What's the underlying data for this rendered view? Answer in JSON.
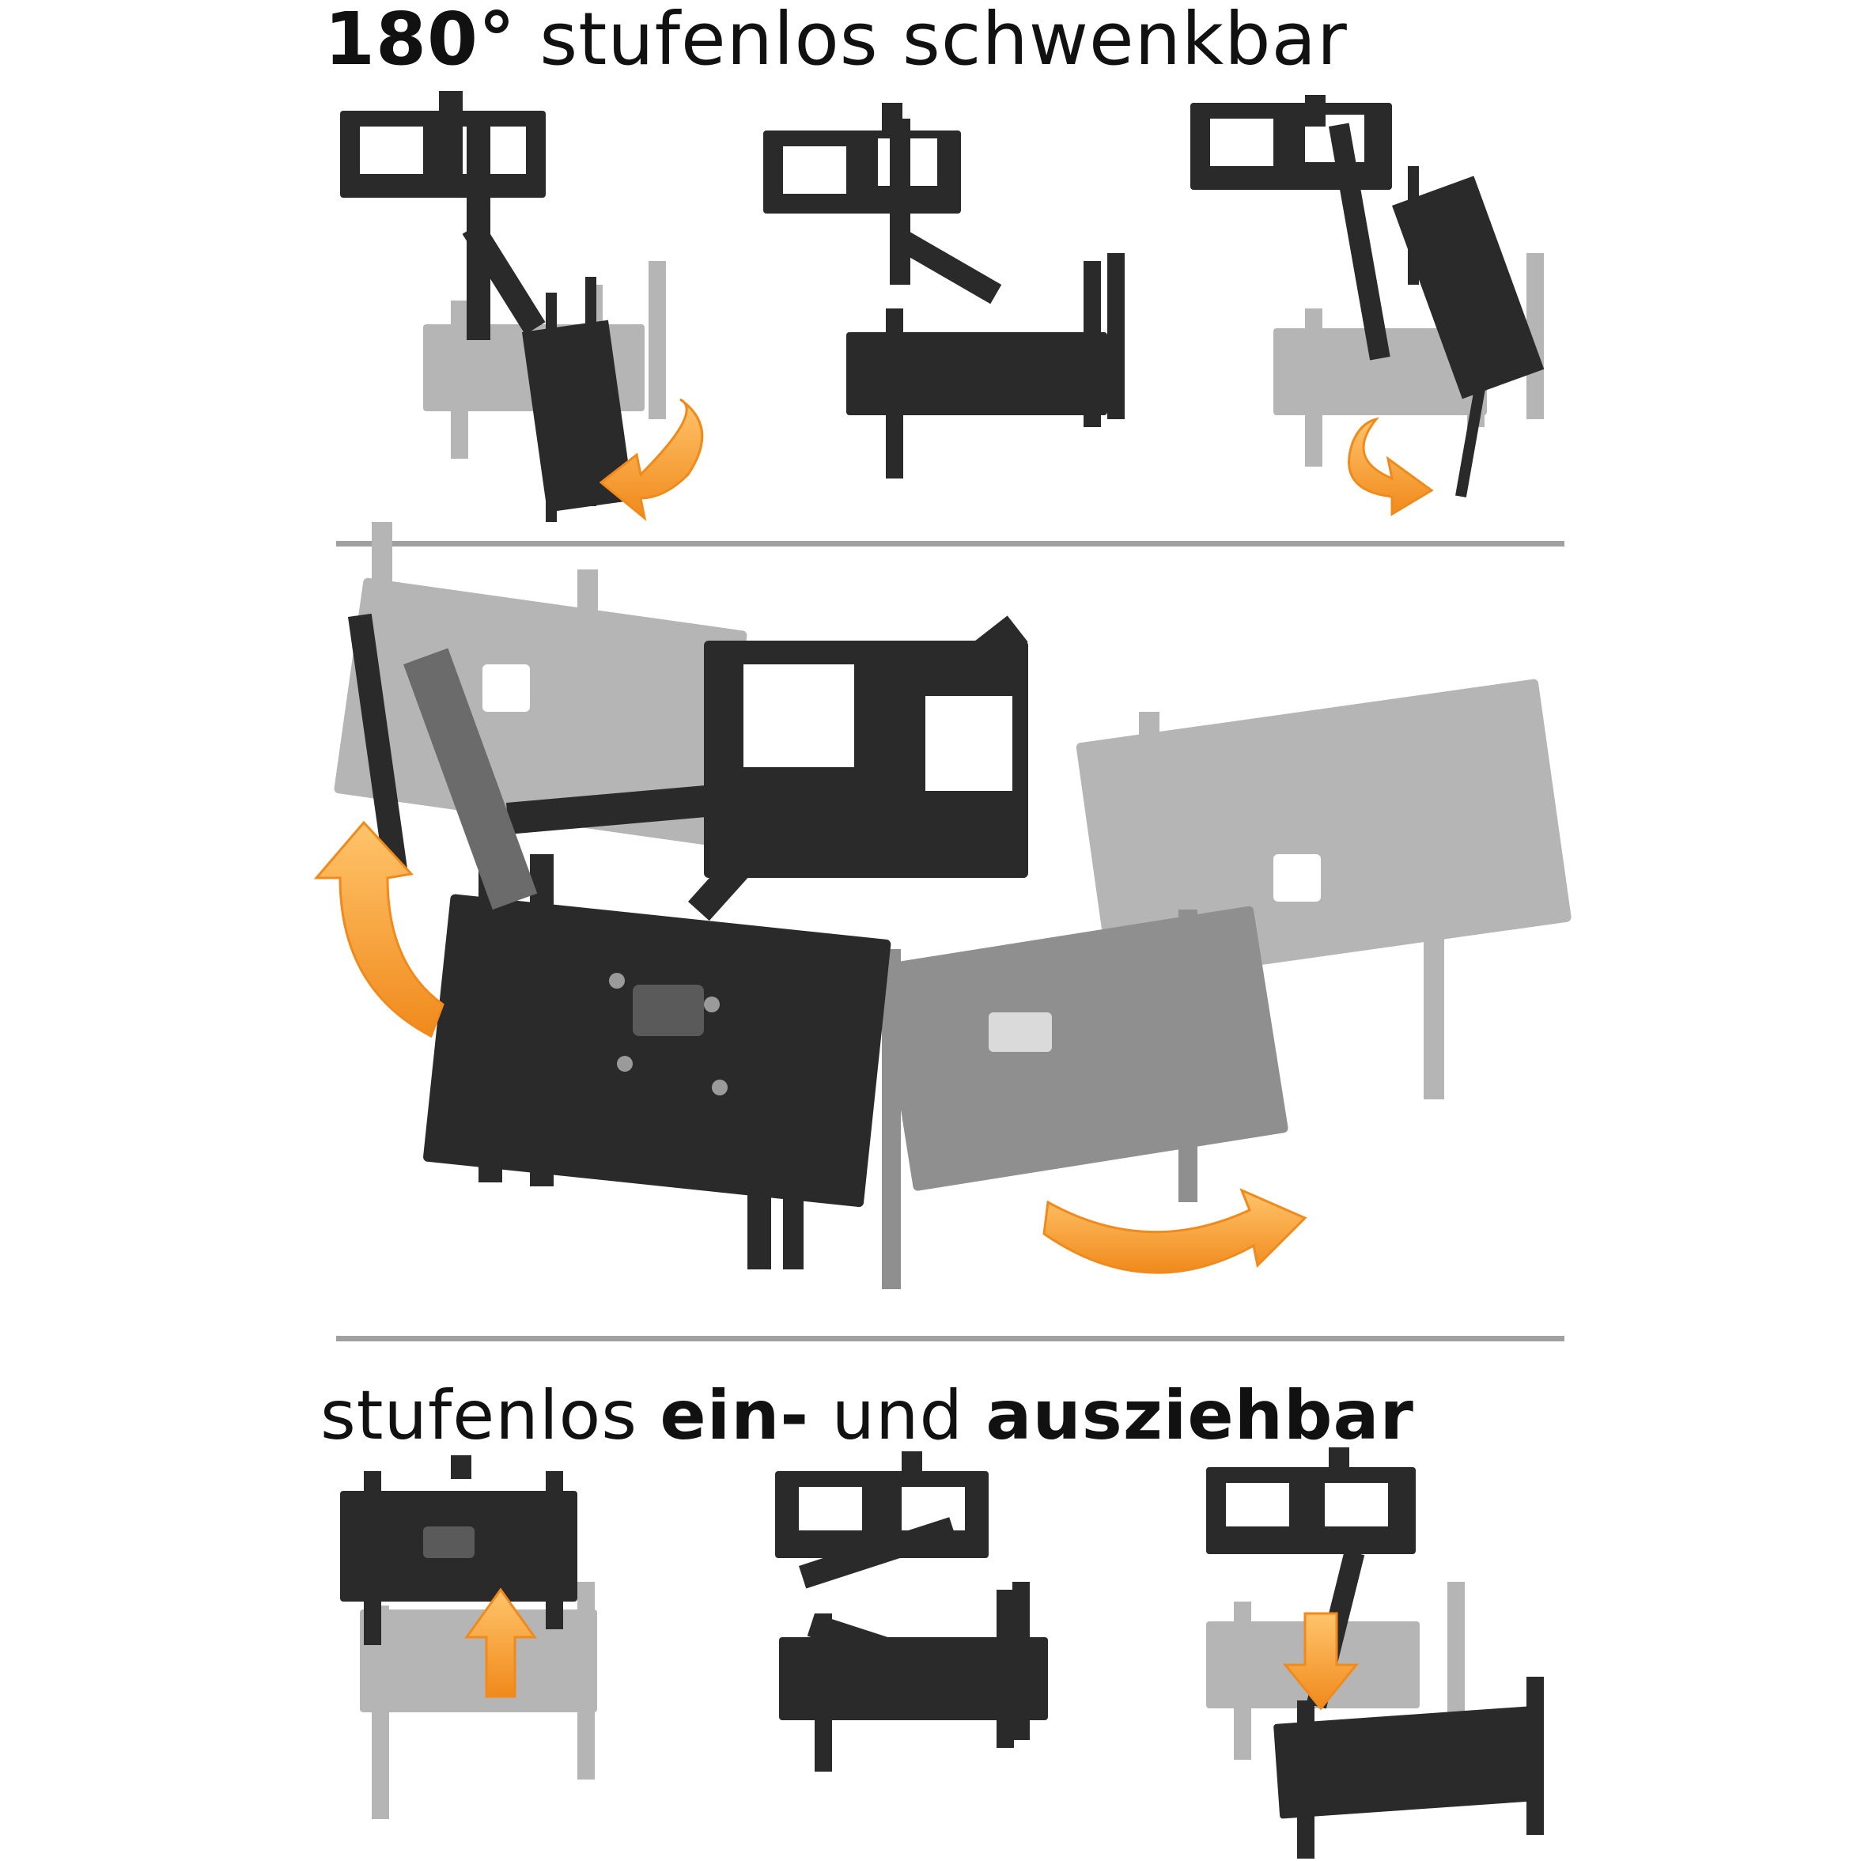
{
  "header": {
    "bold": "180°",
    "regular": " stufenlos schwenkbar"
  },
  "footer": {
    "part1": "stufenlos ",
    "part2": "ein-",
    "part3": " und ",
    "part4": "ausziehbar"
  },
  "colors": {
    "mount_dark": "#2a2a2a",
    "mount_ghost": "#b5b5b5",
    "mount_mid": "#8f8f8f",
    "arrow_orange": "#f08a1c",
    "arrow_highlight": "#ffc46b",
    "divider": "#a0a0a0",
    "text": "#111111"
  },
  "icons": [
    "swivel-left-arrow-icon",
    "swivel-right-arrow-icon",
    "tilt-up-arrow-icon",
    "rotate-arrow-icon",
    "retract-up-arrow-icon",
    "extend-down-arrow-icon"
  ]
}
